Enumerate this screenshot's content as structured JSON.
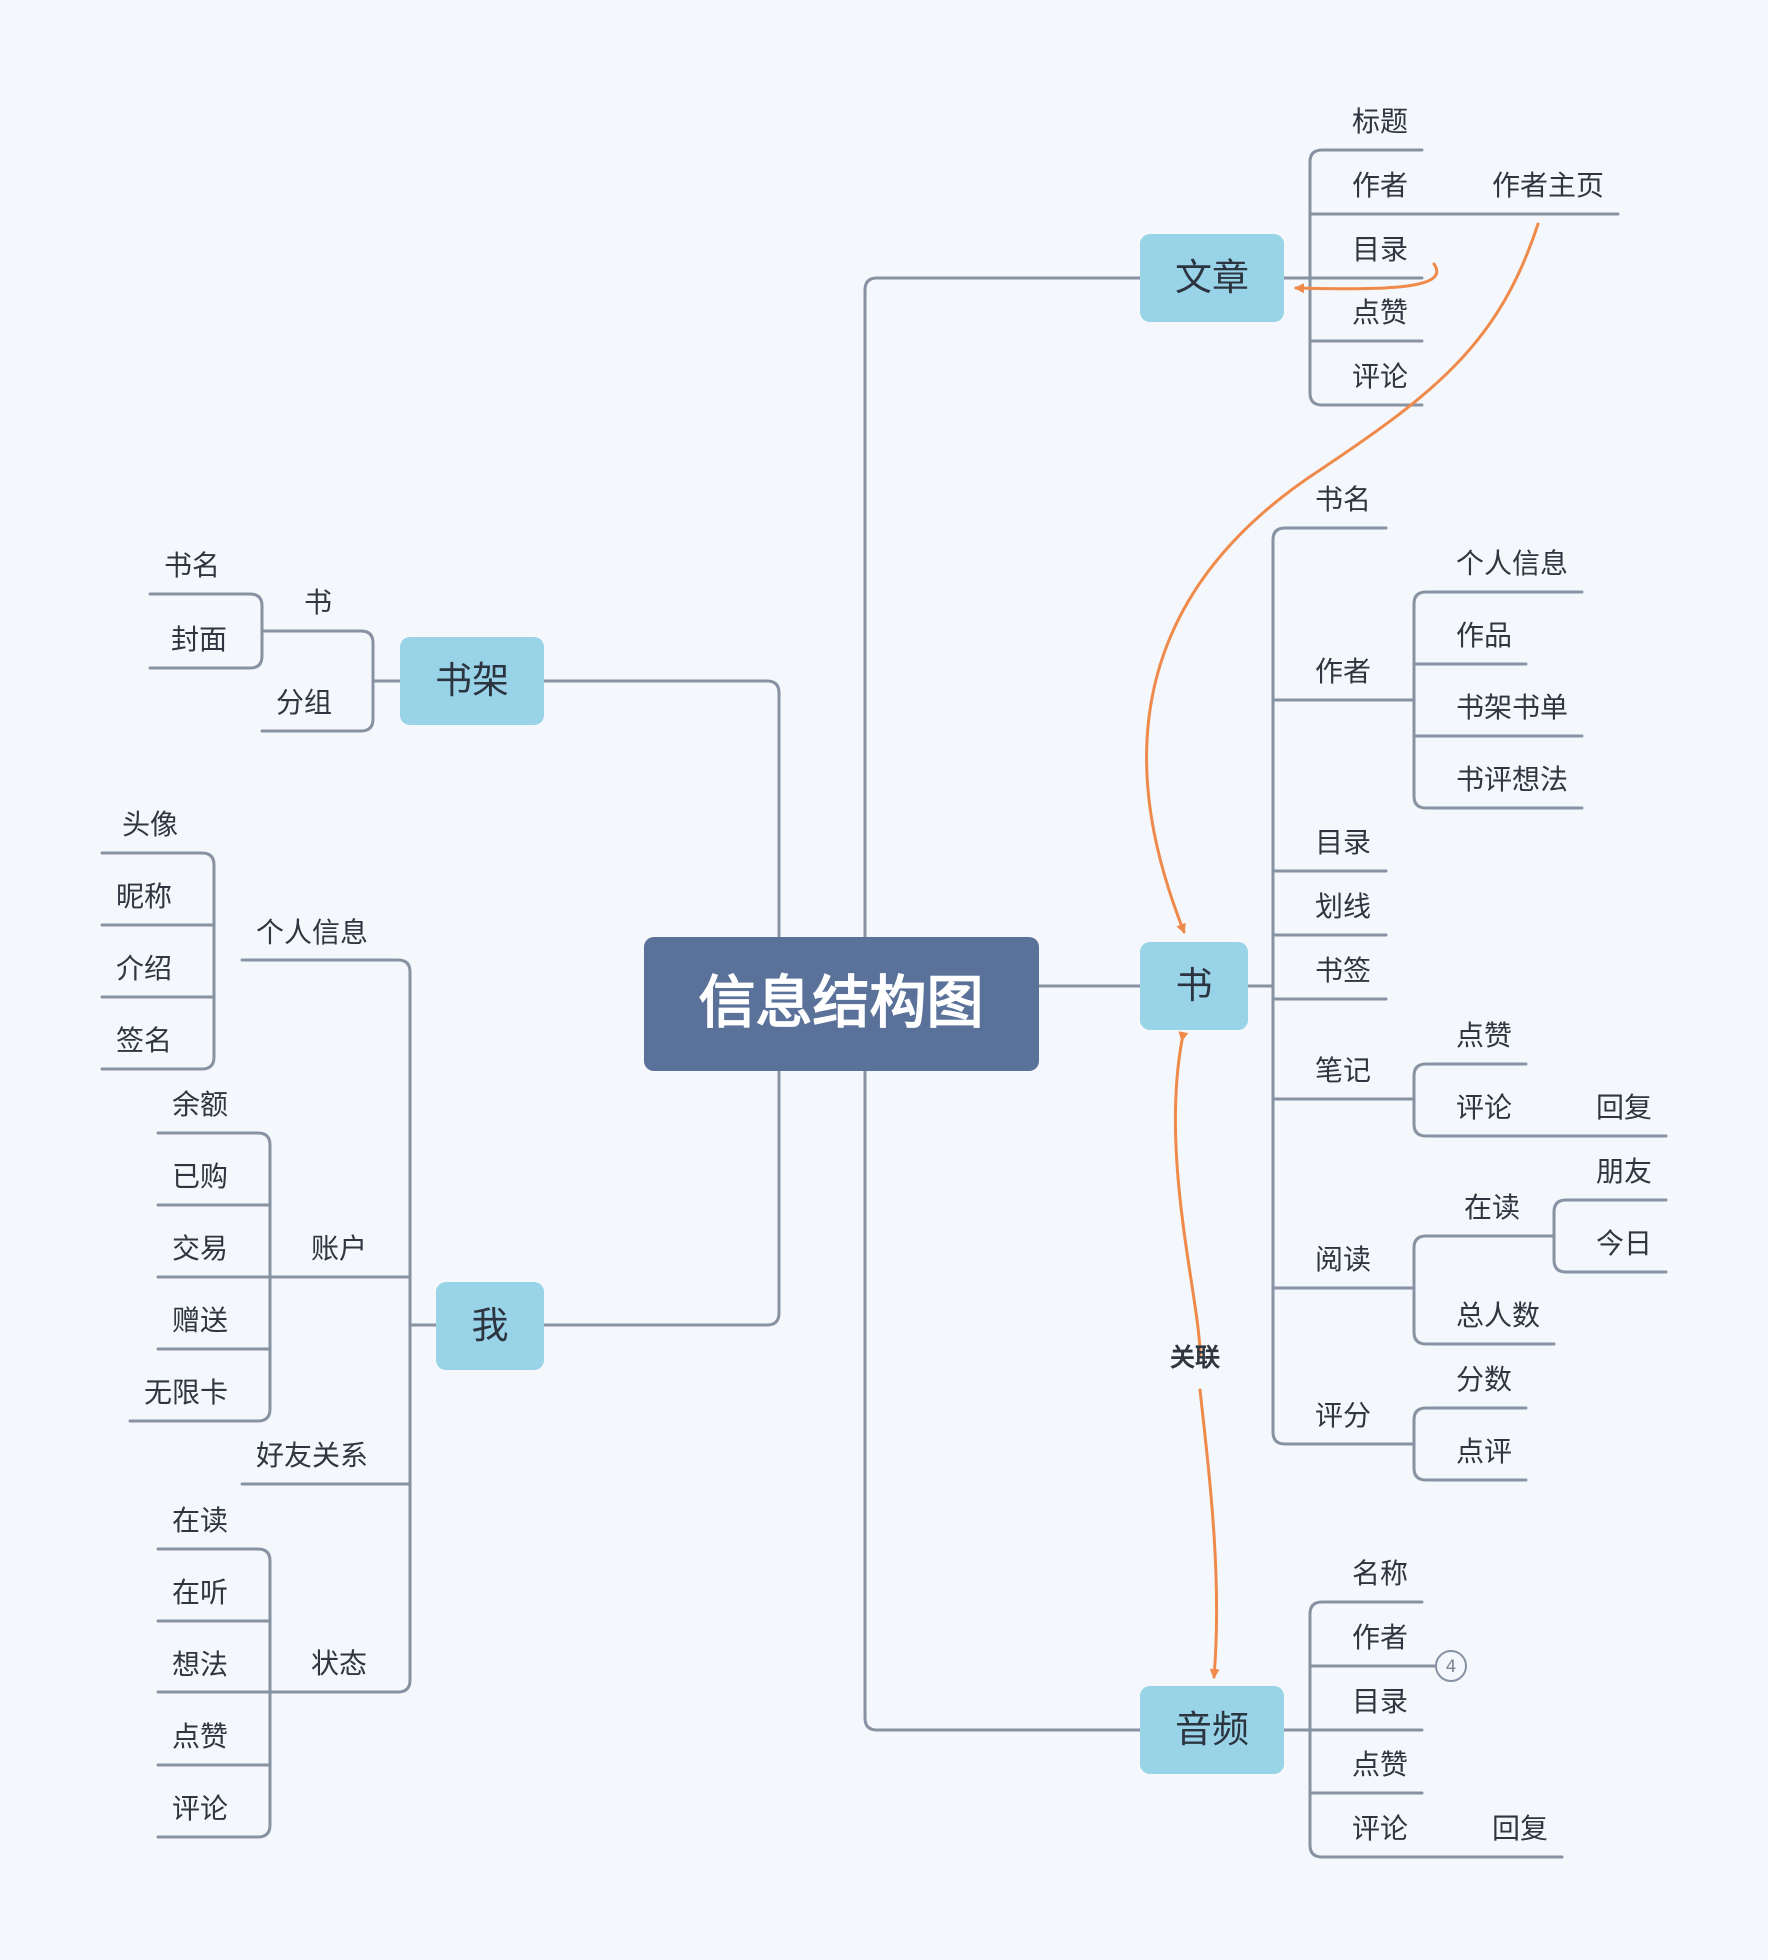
{
  "root": {
    "label": "信息结构图"
  },
  "branches": {
    "article": {
      "label": "文章",
      "children": [
        "标题",
        "作者",
        "目录",
        "点赞",
        "评论"
      ],
      "author_home": "作者主页"
    },
    "book": {
      "label": "书",
      "name": "书名",
      "author": {
        "label": "作者",
        "children": [
          "个人信息",
          "作品",
          "书架书单",
          "书评想法"
        ]
      },
      "toc": "目录",
      "underline": "划线",
      "bookmark": "书签",
      "notes": {
        "label": "笔记",
        "like": "点赞",
        "comment": "评论",
        "reply": "回复"
      },
      "reading": {
        "label": "阅读",
        "reading_now": "在读",
        "reading_now_children": [
          "朋友",
          "今日"
        ],
        "total": "总人数"
      },
      "rating": {
        "label": "评分",
        "children": [
          "分数",
          "点评"
        ]
      }
    },
    "audio": {
      "label": "音频",
      "children": [
        "名称",
        "作者",
        "目录",
        "点赞",
        "评论"
      ],
      "reply": "回复",
      "badge": "4"
    },
    "bookshelf": {
      "label": "书架",
      "book": {
        "label": "书",
        "children": [
          "书名",
          "封面"
        ]
      },
      "group": "分组"
    },
    "me": {
      "label": "我",
      "profile": {
        "label": "个人信息",
        "children": [
          "头像",
          "昵称",
          "介绍",
          "签名"
        ]
      },
      "account": {
        "label": "账户",
        "children": [
          "余额",
          "已购",
          "交易",
          "赠送",
          "无限卡"
        ]
      },
      "friends": "好友关系",
      "status": {
        "label": "状态",
        "children": [
          "在读",
          "在听",
          "想法",
          "点赞",
          "评论"
        ]
      }
    }
  },
  "relation": {
    "label": "关联"
  },
  "colors": {
    "background": "#f4f8fc",
    "root": "#5a7199",
    "main_node": "#98d3e8",
    "line": "#8792a3",
    "relation": "#ef8a4b"
  }
}
